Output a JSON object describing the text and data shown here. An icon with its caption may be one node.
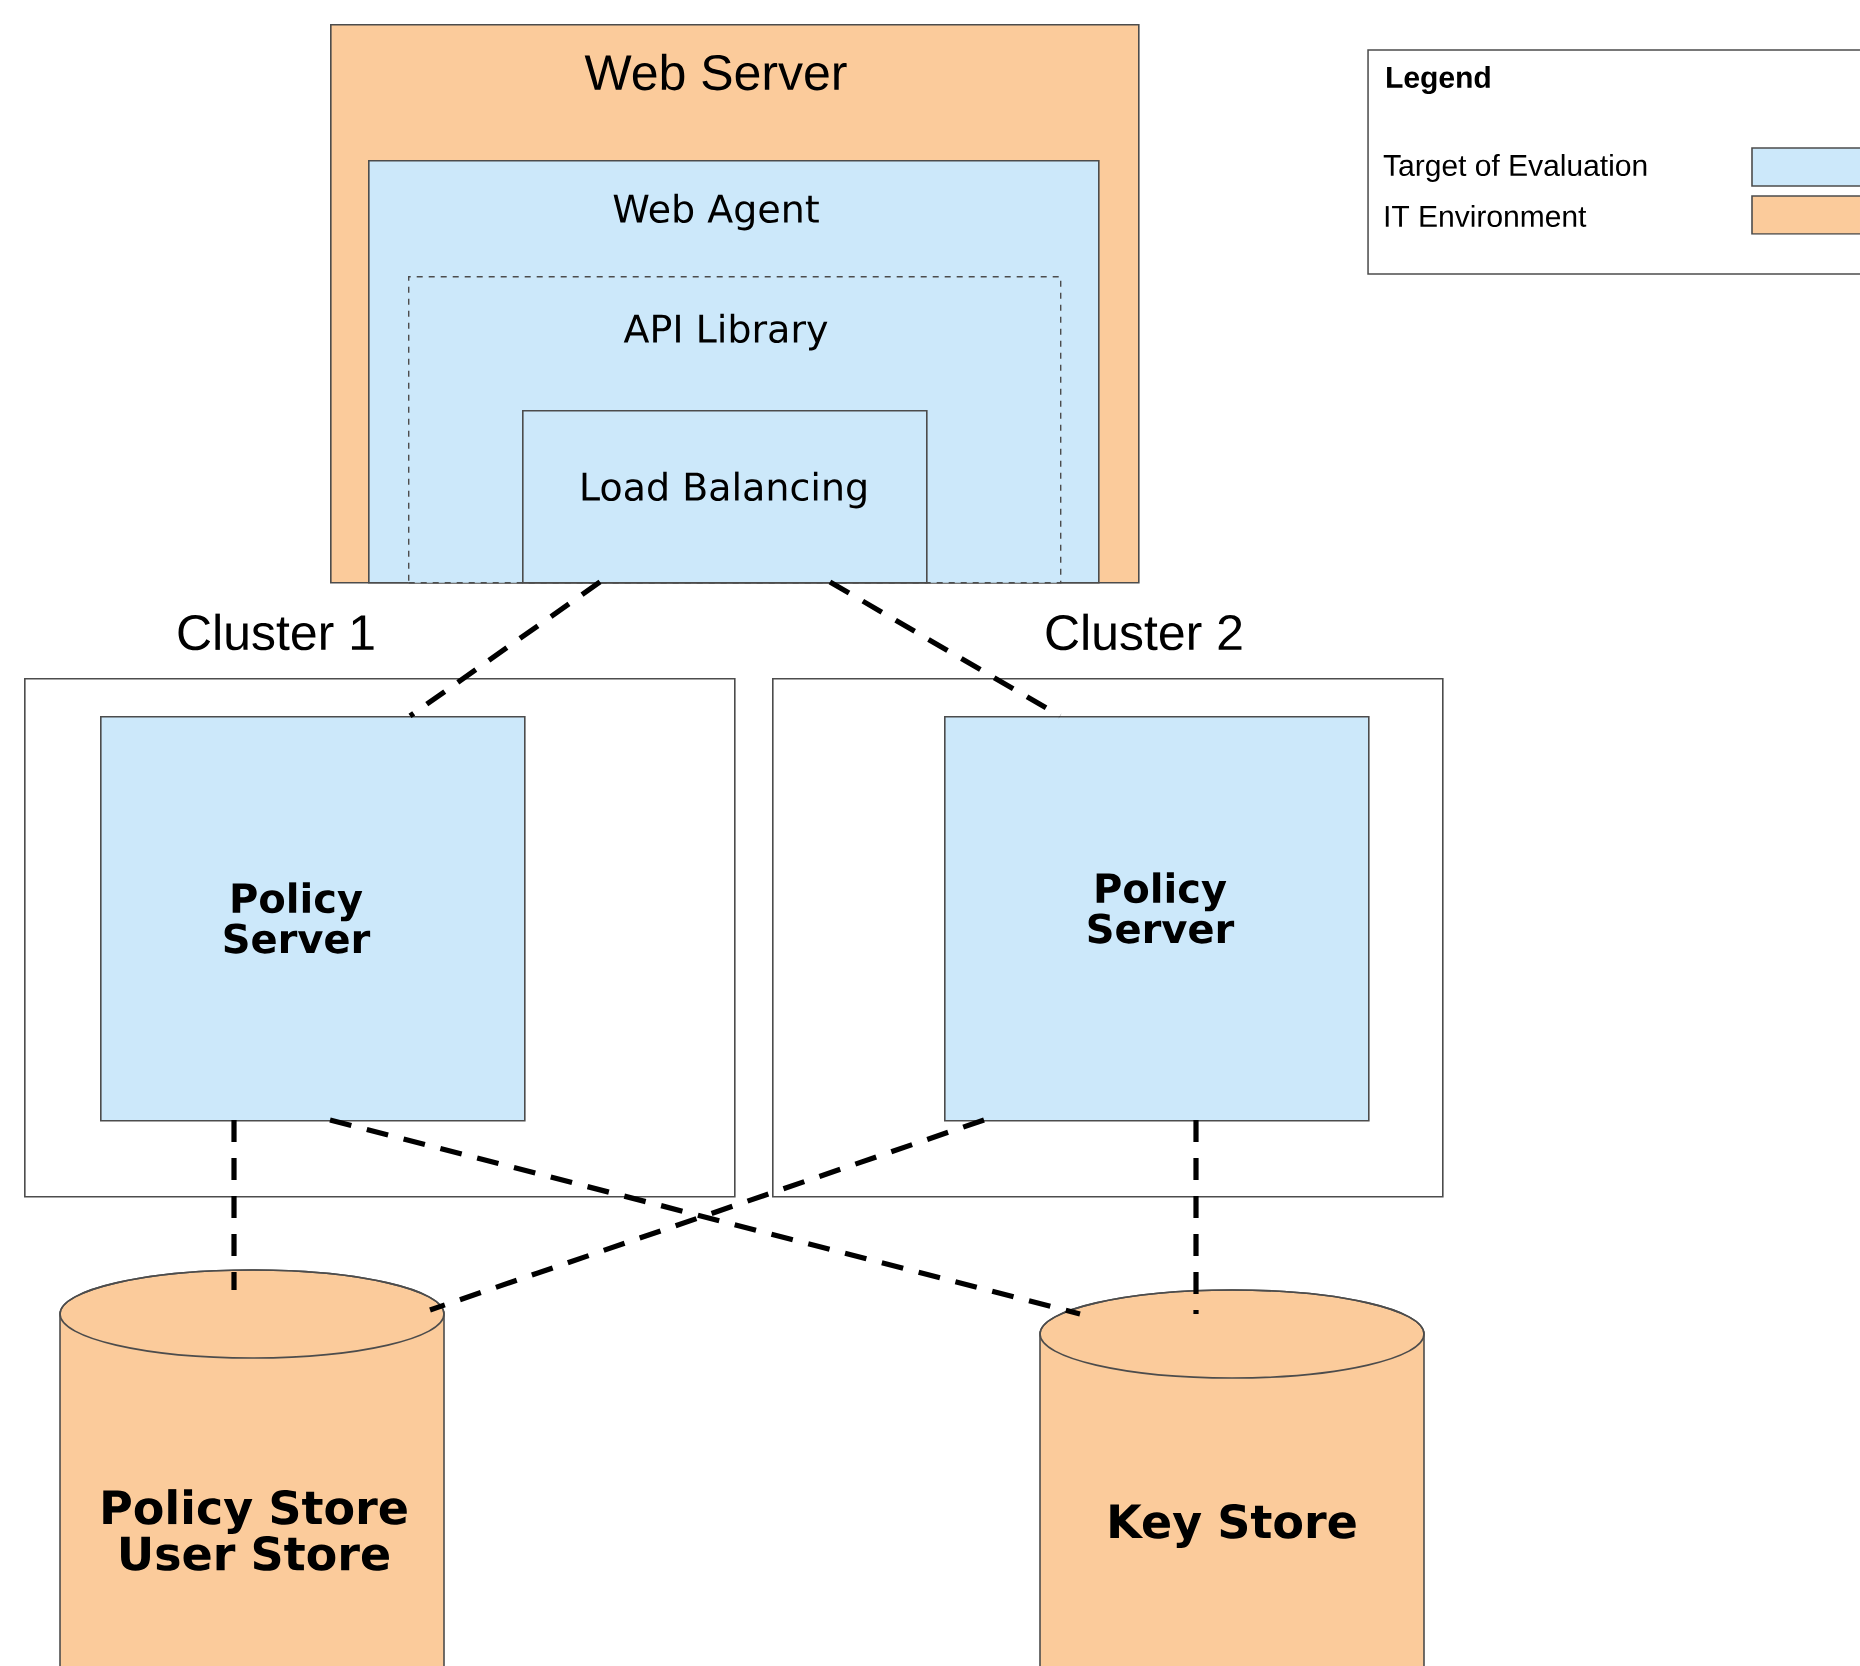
{
  "diagram": {
    "nodes": [
      {
        "text": [
          "Web Server"
        ]
      },
      {
        "text": [
          "Web Agent"
        ],
        "in": 0
      },
      {
        "text": [
          "API Library"
        ],
        "in": 1
      },
      {
        "text": [
          "Load Balancing"
        ],
        "in": 2
      },
      {
        "text": [
          "Cluster 1"
        ]
      },
      {
        "text": [
          "Policy Server"
        ],
        "in": 4
      },
      {
        "text": [
          "Cluster 2"
        ]
      },
      {
        "text": [
          "Policy Server"
        ],
        "in": 6
      },
      {
        "text": [
          "Policy Store User Store"
        ]
      },
      {
        "text": [
          "Key Store"
        ]
      }
    ],
    "edges": [
      {
        "from": 3,
        "to": 5,
        "arrow": "none",
        "style": "dashed"
      },
      {
        "from": 3,
        "to": 7,
        "arrow": "none",
        "style": "dashed"
      },
      {
        "from": 5,
        "to": 8,
        "arrow": "none",
        "style": "dashed"
      },
      {
        "from": 5,
        "to": 9,
        "arrow": "none",
        "style": "dashed"
      },
      {
        "from": 7,
        "to": 8,
        "arrow": "none",
        "style": "dashed"
      },
      {
        "from": 7,
        "to": 9,
        "arrow": "none",
        "style": "dashed"
      }
    ],
    "labels": [
      "Legend"
    ],
    "legend": [
      {
        "text": "Target of Evaluation",
        "color": "#cce8fa"
      },
      {
        "text": "IT Environment",
        "color": "#fbcb9b"
      }
    ]
  }
}
